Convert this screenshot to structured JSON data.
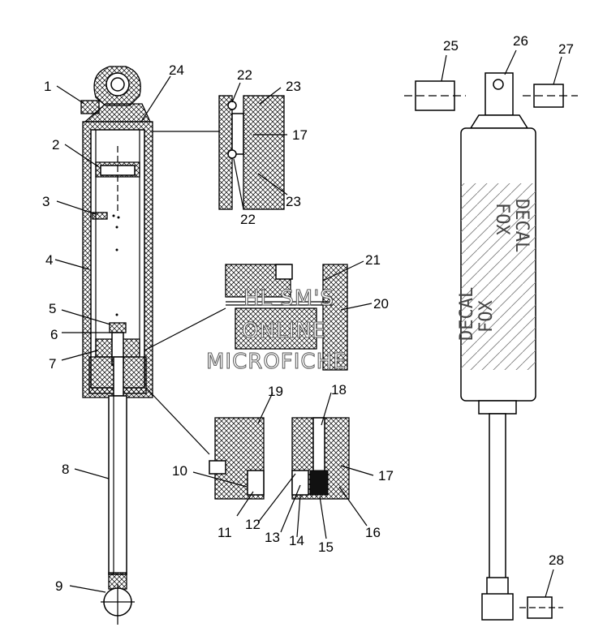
{
  "callouts": {
    "c1": "1",
    "c2": "2",
    "c3": "3",
    "c4": "4",
    "c5": "5",
    "c6": "6",
    "c7": "7",
    "c8": "8",
    "c9": "9",
    "c10": "10",
    "c11": "11",
    "c12": "12",
    "c13": "13",
    "c14": "14",
    "c15": "15",
    "c16": "16",
    "c17a": "17",
    "c17b": "17",
    "c18": "18",
    "c19": "19",
    "c20": "20",
    "c21": "21",
    "c22a": "22",
    "c22b": "22",
    "c23a": "23",
    "c23b": "23",
    "c24": "24",
    "c25": "25",
    "c26": "26",
    "c27": "27",
    "c28": "28"
  },
  "watermark": {
    "line1": "HL SM'S",
    "line2": "ONLINE",
    "line3": "MICROFICHE"
  },
  "decal": {
    "text1": "FOX",
    "text2": "DECAL",
    "text3": "FOX",
    "text4": "DECAL"
  }
}
